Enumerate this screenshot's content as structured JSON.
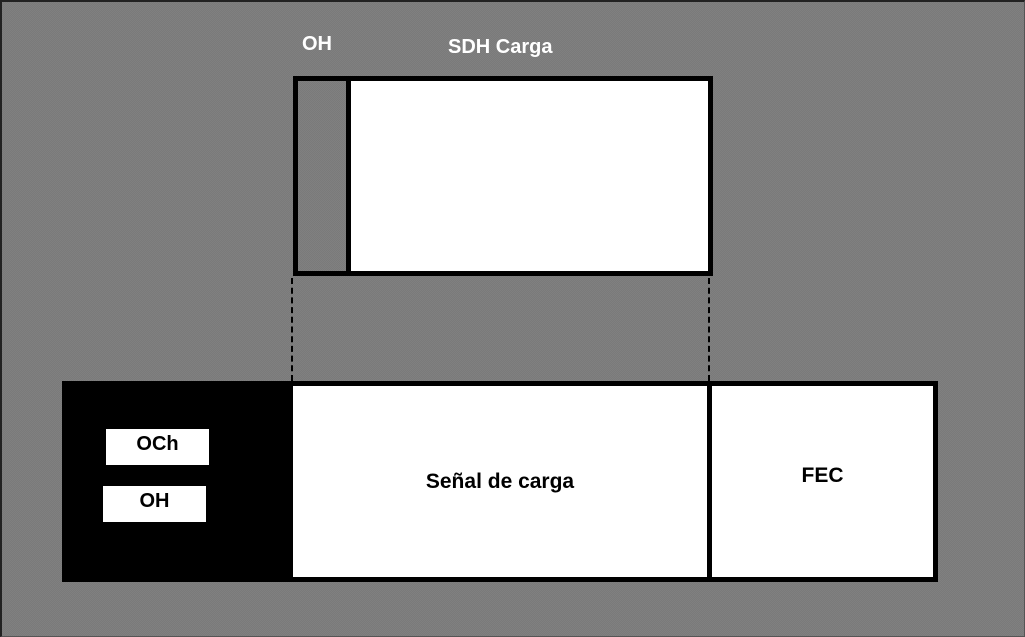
{
  "top_frame": {
    "oh_label": "OH",
    "payload_label": "SDH Carga"
  },
  "bottom_frame": {
    "overhead_labels": [
      "OCh",
      "OH"
    ],
    "payload_label": "Señal de carga",
    "fec_label": "FEC"
  },
  "colors": {
    "background": "#808080",
    "box_fill": "#ffffff",
    "border": "#000000",
    "label_on_gray": "#ffffff"
  }
}
